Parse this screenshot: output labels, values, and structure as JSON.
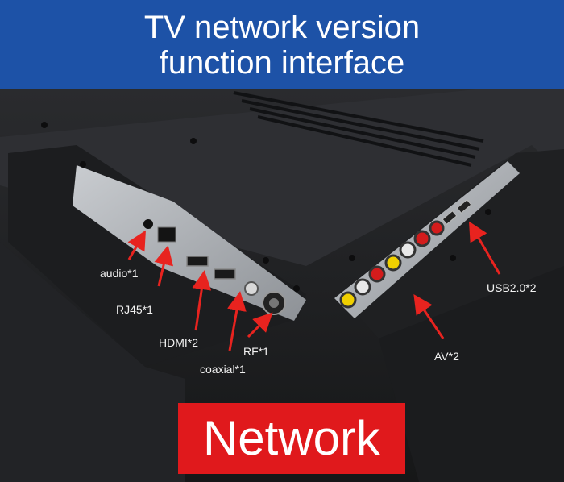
{
  "header": {
    "title_line1": "TV network version",
    "title_line2": "function interface"
  },
  "labels": {
    "audio": "audio*1",
    "rj45": "RJ45*1",
    "hdmi": "HDMI*2",
    "coaxial": "coaxial*1",
    "rf": "RF*1",
    "av": "AV*2",
    "usb": "USB2.0*2"
  },
  "badge": {
    "text": "Network"
  },
  "colors": {
    "header_bg": "#1d52a7",
    "badge_bg": "#e0191c",
    "arrow": "#e8231f"
  }
}
